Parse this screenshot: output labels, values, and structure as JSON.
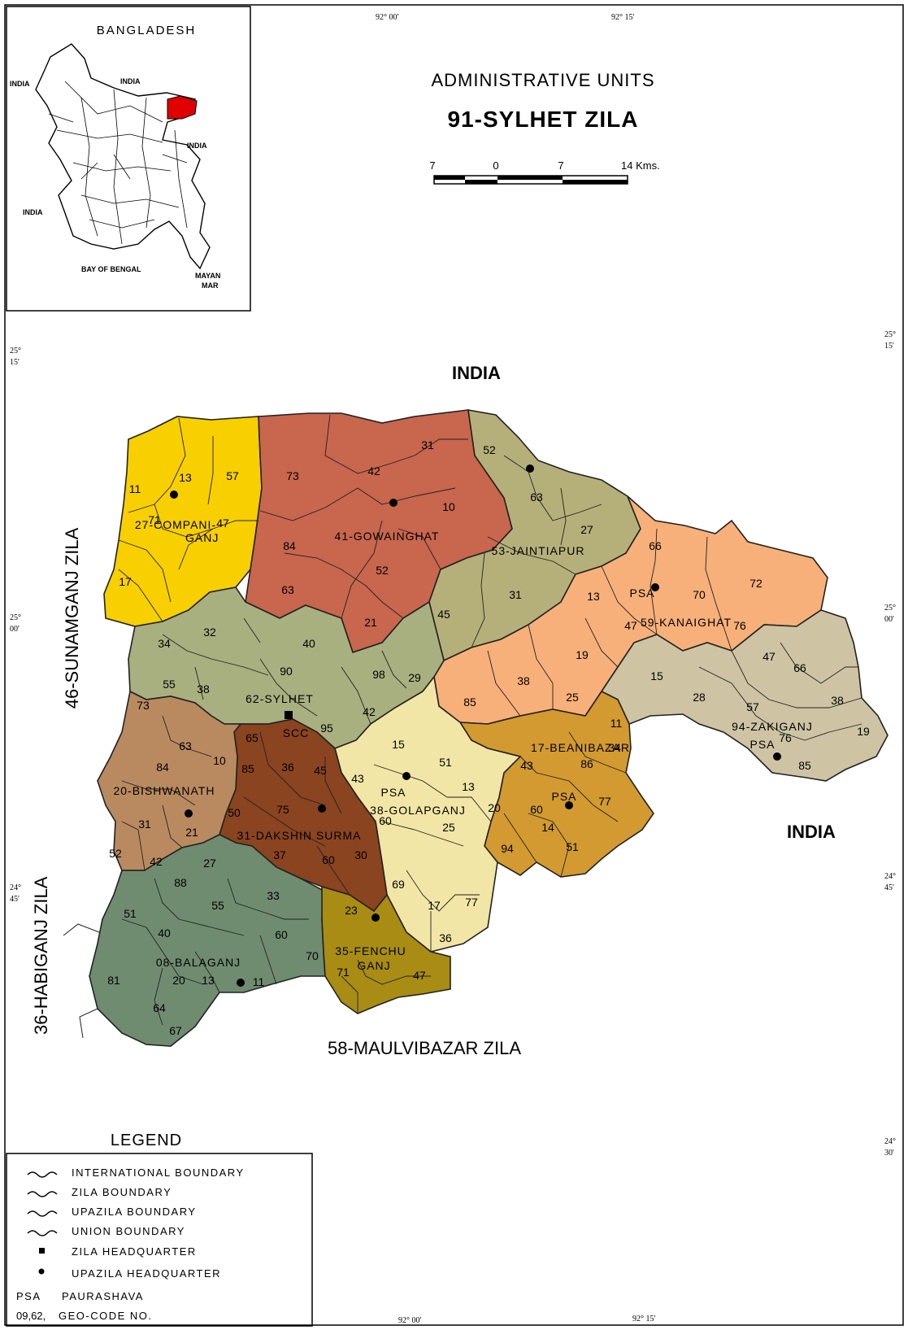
{
  "header": {
    "subtitle": "ADMINISTRATIVE UNITS",
    "title": "91-SYLHET ZILA",
    "scale_labels": [
      "7",
      "0",
      "7",
      "14 Kms."
    ]
  },
  "inset": {
    "title": "BANGLADESH",
    "labels": [
      "INDIA",
      "INDIA",
      "INDIA",
      "INDIA",
      "BAY OF BENGAL",
      "MAYAN",
      "MAR"
    ]
  },
  "coords": {
    "top": [
      "92° 00'",
      "92° 15'"
    ],
    "bottom": [
      "92° 00'",
      "92° 15'"
    ],
    "left": [
      [
        "25°",
        "15'"
      ],
      [
        "25°",
        "00'"
      ],
      [
        "24°",
        "45'"
      ]
    ],
    "right": [
      [
        "25°",
        "15'"
      ],
      [
        "25°",
        "00'"
      ],
      [
        "24°",
        "45'"
      ],
      [
        "24°",
        "30'"
      ]
    ]
  },
  "neighbors": {
    "india_north": "INDIA",
    "india_east": "INDIA",
    "sunamganj": "46-SUNAMGANJ ZILA",
    "habiganj": "36-HABIGANJ ZILA",
    "maulvibazar": "58-MAULVIBAZAR ZILA"
  },
  "upazilas": [
    {
      "name": "27-COMPANI-GANJ",
      "color": "#f8cf00"
    },
    {
      "name": "41-GOWAINGHAT",
      "color": "#c8664e"
    },
    {
      "name": "53-JAINTIAPUR",
      "color": "#b5b07a"
    },
    {
      "name": "59-KANAIGHAT",
      "color": "#f7b07a"
    },
    {
      "name": "94-ZAKIGANJ",
      "color": "#cec4a4"
    },
    {
      "name": "62-SYLHET",
      "color": "#a8b080"
    },
    {
      "name": "17-BEANIBAZAR",
      "color": "#d29a30"
    },
    {
      "name": "38-GOLAPGANJ",
      "color": "#f2e6a6"
    },
    {
      "name": "31-DAKSHIN SURMA",
      "color": "#8a4420"
    },
    {
      "name": "20-BISHWANATH",
      "color": "#b98a60"
    },
    {
      "name": "08-BALAGANJ",
      "color": "#6f8c70"
    },
    {
      "name": "35-FENCHUGANJ",
      "color": "#a88c14"
    }
  ],
  "place_labels": {
    "psa": "PSA",
    "scc": "SCC"
  },
  "legend": {
    "title": "LEGEND",
    "items": [
      "INTERNATIONAL BOUNDARY",
      "ZILA BOUNDARY",
      "UPAZILA BOUNDARY",
      "UNION BOUNDARY",
      "ZILA HEADQUARTER",
      "UPAZILA HEADQUARTER"
    ],
    "psa_code": "PSA",
    "psa_text": "PAURASHAVA",
    "geo_code": "09,62,",
    "geo_text": "GEO-CODE NO."
  },
  "union_codes": {
    "companiganj": [
      "13",
      "57",
      "11",
      "71",
      "47",
      "17"
    ],
    "gowainghat": [
      "73",
      "42",
      "31",
      "10",
      "84",
      "52",
      "63",
      "21"
    ],
    "jaintiapur": [
      "52",
      "63",
      "27",
      "31",
      "45"
    ],
    "kanaighat": [
      "66",
      "70",
      "72",
      "13",
      "76",
      "47",
      "19",
      "38",
      "85"
    ],
    "zakiganj": [
      "47",
      "66",
      "15",
      "28",
      "57",
      "38",
      "19",
      "76",
      "85"
    ],
    "sylhet": [
      "32",
      "34",
      "40",
      "90",
      "55",
      "38",
      "98",
      "29",
      "42",
      "95"
    ],
    "beanibazar": [
      "25",
      "11",
      "34",
      "43",
      "86",
      "77",
      "60",
      "14",
      "94",
      "51",
      "20"
    ],
    "golapganj": [
      "15",
      "51",
      "43",
      "13",
      "60",
      "25",
      "69",
      "17",
      "77",
      "36"
    ],
    "dakshin_surma": [
      "65",
      "85",
      "36",
      "45",
      "50",
      "75",
      "37",
      "60",
      "30"
    ],
    "bishwanath": [
      "73",
      "63",
      "84",
      "10",
      "31",
      "21",
      "52",
      "42"
    ],
    "balaganj": [
      "27",
      "88",
      "55",
      "33",
      "51",
      "40",
      "60",
      "70",
      "81",
      "20",
      "13",
      "11",
      "64",
      "67"
    ],
    "fenchuganj": [
      "23",
      "71",
      "47"
    ]
  }
}
